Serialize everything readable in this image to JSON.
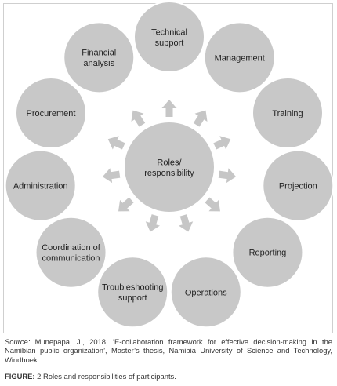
{
  "colors": {
    "circle": "#c8c8c8",
    "arrow": "#c6c6c6",
    "circle_stroke": "#ffffff",
    "text": "#222222"
  },
  "center": {
    "lines": [
      "Roles/",
      "responsibility"
    ]
  },
  "nodes": [
    {
      "id": "technical-support",
      "lines": [
        "Technical",
        "support"
      ]
    },
    {
      "id": "management",
      "lines": [
        "Management"
      ]
    },
    {
      "id": "training",
      "lines": [
        "Training"
      ]
    },
    {
      "id": "projection",
      "lines": [
        "Projection"
      ]
    },
    {
      "id": "reporting",
      "lines": [
        "Reporting"
      ]
    },
    {
      "id": "operations",
      "lines": [
        "Operations"
      ]
    },
    {
      "id": "troubleshooting-support",
      "lines": [
        "Troubleshooting",
        "support"
      ]
    },
    {
      "id": "coordination-of-communication",
      "lines": [
        "Coordination of",
        "communication"
      ]
    },
    {
      "id": "administration",
      "lines": [
        "Administration"
      ]
    },
    {
      "id": "procurement",
      "lines": [
        "Procurement"
      ]
    },
    {
      "id": "financial-analysis",
      "lines": [
        "Financial",
        "analysis"
      ]
    }
  ],
  "source": {
    "prefix": "Source:",
    "text": " Munepapa, J., 2018, ‘E-collaboration framework for effective decision-making in the Namibian public organization’, Master’s thesis, Namibia University of Science and Technology, Windhoek"
  },
  "caption": {
    "label": "FIGURE:",
    "text": " 2 Roles and responsibilities of participants."
  }
}
